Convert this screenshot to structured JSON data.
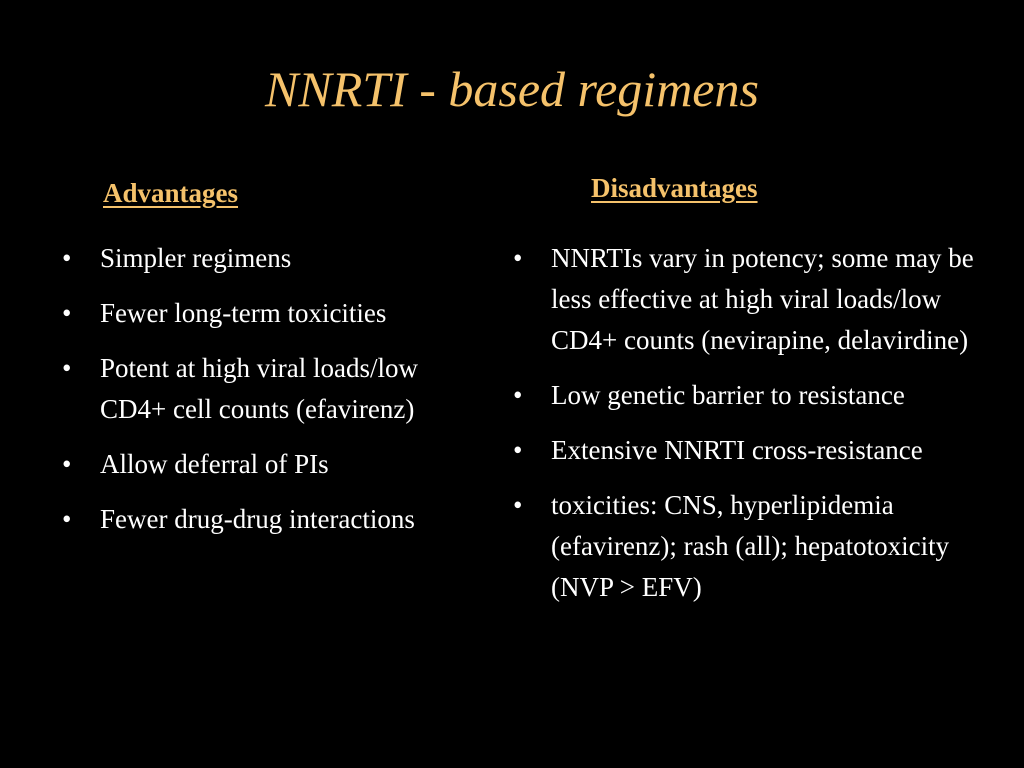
{
  "slide": {
    "title": "NNRTI - based regimens",
    "advantages": {
      "heading": "Advantages",
      "items": [
        "Simpler regimens",
        "Fewer long-term toxicities",
        "Potent at high viral loads/low CD4+ cell counts (efavirenz)",
        "Allow deferral of PIs",
        "Fewer drug-drug interactions"
      ]
    },
    "disadvantages": {
      "heading": "Disadvantages",
      "items": [
        "NNRTIs vary in potency; some may be less effective at high viral loads/low CD4+ counts (nevirapine, delavirdine)",
        "Low genetic barrier to resistance",
        "Extensive NNRTI cross-resistance",
        "toxicities: CNS,  hyperlipidemia (efavirenz);  rash (all);  hepatotoxicity (NVP > EFV)"
      ]
    },
    "bullet_symbol": "•",
    "colors": {
      "background": "#000000",
      "title": "#F5C26B",
      "heading": "#F5C26B",
      "body_text": "#FFFFFF"
    }
  }
}
